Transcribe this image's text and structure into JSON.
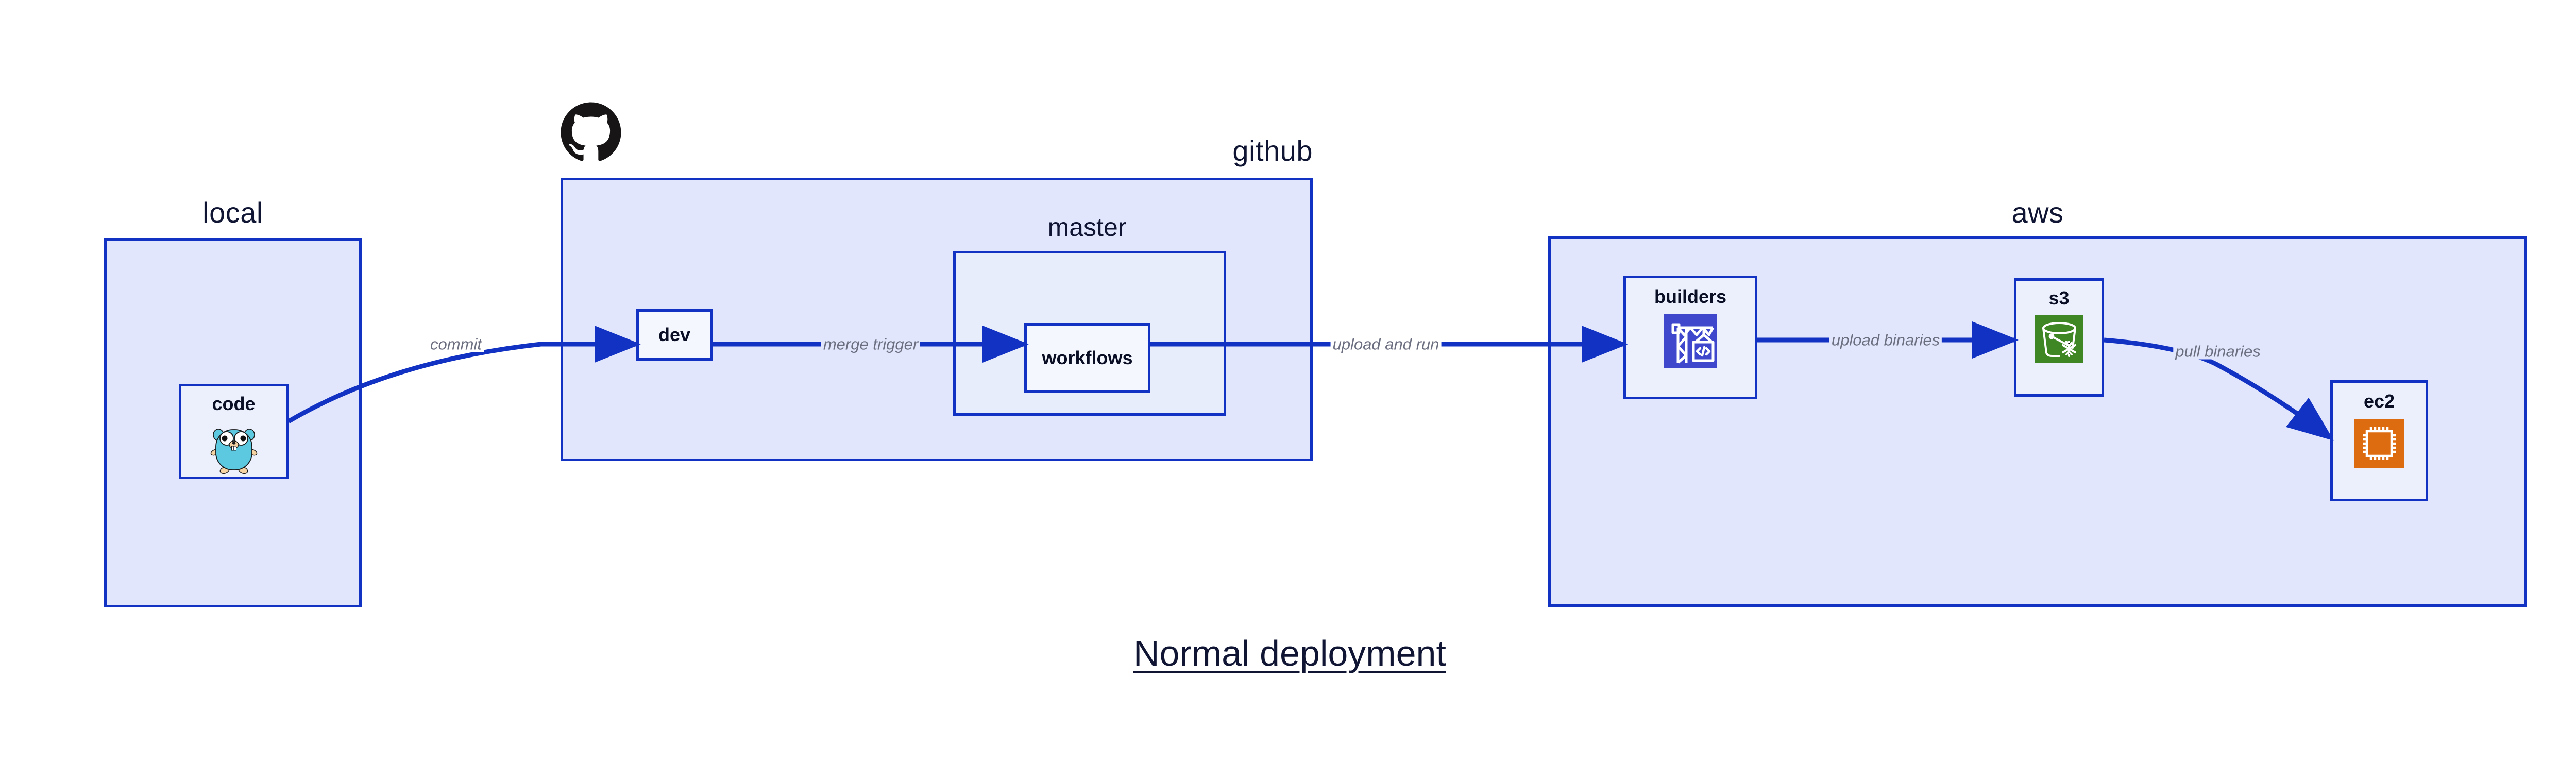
{
  "diagram": {
    "title": "Normal deployment",
    "background_color": "#FFFFFF",
    "accent_border_color": "#1232C3",
    "group_fill_color": "#E1E6FC",
    "node_fill_color": "#EBF0FC",
    "label_text_color": "#0F1533",
    "edge_label_color": "#6C6F80"
  },
  "groups": [
    {
      "id": "local",
      "label": "local"
    },
    {
      "id": "github",
      "label": "github"
    },
    {
      "id": "aws",
      "label": "aws"
    }
  ],
  "subgroups": [
    {
      "id": "master",
      "label": "master",
      "parent": "github"
    }
  ],
  "nodes": [
    {
      "id": "code",
      "label": "code",
      "parent": "local",
      "icon": "go-gopher-icon",
      "icon_color": "#5DC9E1"
    },
    {
      "id": "dev",
      "label": "dev",
      "parent": "github",
      "icon": "none",
      "icon_color": ""
    },
    {
      "id": "workflows",
      "label": "workflows",
      "parent": "master",
      "icon": "none",
      "icon_color": ""
    },
    {
      "id": "builders",
      "label": "builders",
      "parent": "aws",
      "icon": "aws-codebuild-icon",
      "icon_color": "#3F48CC"
    },
    {
      "id": "s3",
      "label": "s3",
      "parent": "aws",
      "icon": "aws-s3-glacier-icon",
      "icon_color": "#3F8624"
    },
    {
      "id": "ec2",
      "label": "ec2",
      "parent": "aws",
      "icon": "aws-ec2-chip-icon",
      "icon_color": "#DD6B10"
    }
  ],
  "edges": [
    {
      "id": "commit",
      "from": "code",
      "to": "dev",
      "label": "commit"
    },
    {
      "id": "merge-trigger",
      "from": "dev",
      "to": "workflows",
      "label": "merge trigger"
    },
    {
      "id": "upload-and-run",
      "from": "workflows",
      "to": "builders",
      "label": "upload and run"
    },
    {
      "id": "upload-binaries",
      "from": "builders",
      "to": "s3",
      "label": "upload binaries"
    },
    {
      "id": "pull-binaries",
      "from": "s3",
      "to": "ec2",
      "label": "pull binaries"
    }
  ],
  "logos": [
    {
      "id": "github-logo",
      "name": "github-octocat-logo",
      "color": "#171515"
    }
  ]
}
